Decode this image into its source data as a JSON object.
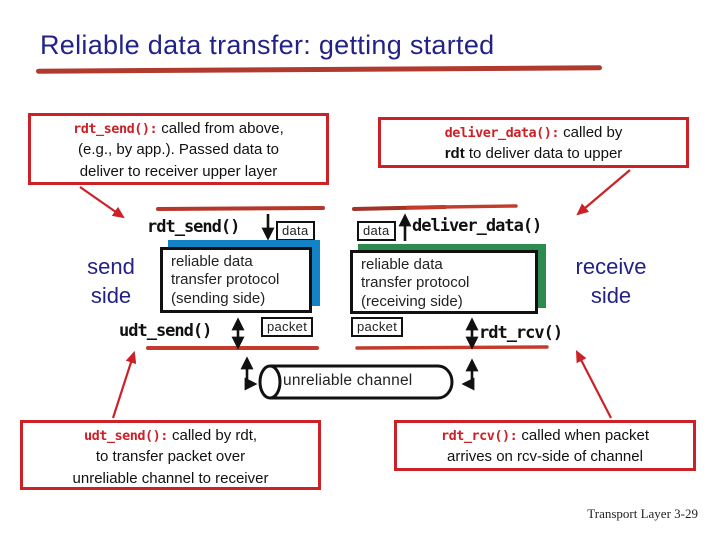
{
  "slide": {
    "title": "Reliable data transfer: getting started",
    "footer": "Transport Layer 3-29"
  },
  "callouts": {
    "rdt_send": {
      "code": "rdt_send():",
      "line1": " called from above,",
      "line2": "(e.g., by app.). Passed data to",
      "line3": "deliver to receiver upper layer"
    },
    "deliver_data": {
      "code": "deliver_data():",
      "line1": " called by",
      "line2_bold": "rdt",
      "line2": " to deliver data to upper"
    },
    "udt_send": {
      "code": "udt_send():",
      "line1": " called by rdt,",
      "line2": "to transfer packet over",
      "line3": "unreliable channel to receiver"
    },
    "rdt_rcv": {
      "code": "rdt_rcv():",
      "line1": " called when packet",
      "line2": "arrives on rcv-side of channel"
    }
  },
  "diagram": {
    "rdt_send_label": "rdt_send()",
    "deliver_data_label": "deliver_data()",
    "udt_send_label": "udt_send()",
    "rdt_rcv_label": "rdt_rcv()",
    "data_label": "data",
    "packet_label": "packet",
    "send_protocol_box": [
      "reliable data",
      "transfer protocol",
      "(sending side)"
    ],
    "receive_protocol_box": [
      "reliable data",
      "transfer protocol",
      "(receiving side)"
    ],
    "send_side": [
      "send",
      "side"
    ],
    "receive_side": [
      "receive",
      "side"
    ],
    "channel_label": "unreliable channel"
  },
  "colors": {
    "title_navy": "#232387",
    "callout_red": "#cc2127",
    "boundary_line_red": "#b6382a",
    "send_shadow_blue": "#1383c8",
    "receive_shadow_green": "#2e8b50"
  }
}
